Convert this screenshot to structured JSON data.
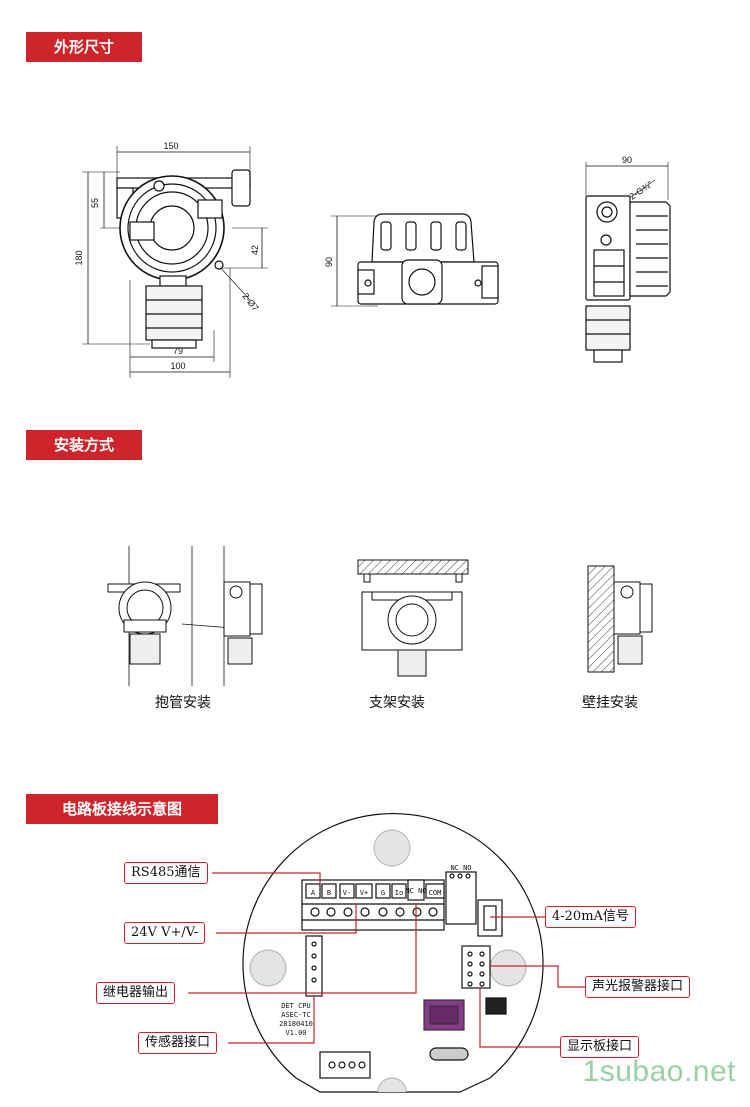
{
  "sections": {
    "dimensions": {
      "title": "外形尺寸"
    },
    "installation": {
      "title": "安装方式"
    },
    "wiring": {
      "title": "电路板接线示意图"
    }
  },
  "dimensions": {
    "front": {
      "width": "150",
      "d55": "55",
      "height": "180",
      "d42": "42",
      "hole": "2-Ø7",
      "d79": "79",
      "d100": "100"
    },
    "top": {
      "d90": "90"
    },
    "side": {
      "d90": "90",
      "thread": "2-G¾\""
    }
  },
  "installation": {
    "pipe": "抱管安装",
    "bracket": "支架安装",
    "wall": "壁挂安装"
  },
  "wiring": {
    "callouts": {
      "rs485": "RS485通信",
      "power": "24V V+/V-",
      "relay": "继电器输出",
      "sensor": "传感器接口",
      "signal": "4-20mA信号",
      "alarm": "声光报警器接口",
      "display": "显示板接口"
    },
    "terminals": [
      "A",
      "B",
      "V-",
      "V+",
      "G",
      "Io",
      "NC NO",
      "COM"
    ],
    "board_text": [
      "DET CPU",
      "ASEC-TC",
      "20180410",
      "V1.00"
    ],
    "nc_no_top": "NC NO"
  },
  "watermark": "1subao.net",
  "colors": {
    "accent": "#d0242b",
    "line": "#c9232a"
  }
}
